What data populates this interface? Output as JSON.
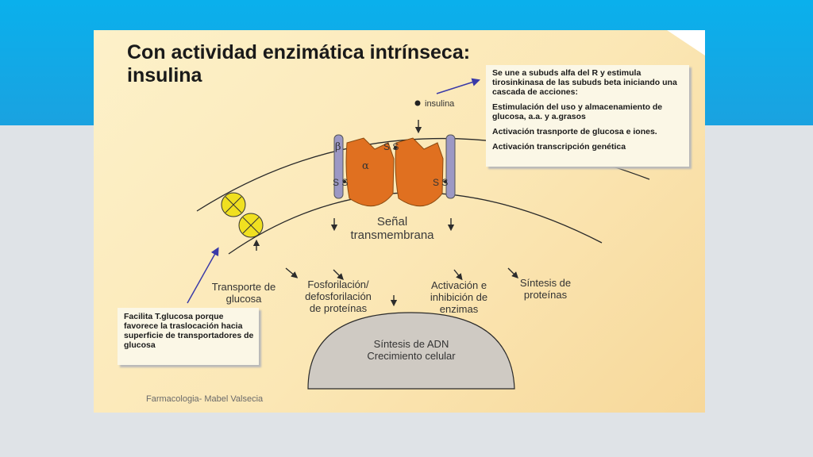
{
  "slide": {
    "title_line1": "Con actividad enzimática intrínseca:",
    "title_line2": "insulina",
    "insulina_label": "insulina",
    "beta_symbol": "β",
    "alpha_symbol": "α",
    "ss_label": "S S",
    "senal_line1": "Señal",
    "senal_line2": "transmembrana",
    "transporte": [
      "Transporte de",
      "glucosa"
    ],
    "fosforilacion": [
      "Fosforilación/",
      "defosforilación",
      "de proteínas"
    ],
    "activacion": [
      "Activación e",
      "inhibición de",
      "enzimas"
    ],
    "sintesis_proteinas": [
      "Síntesis de",
      "proteínas"
    ],
    "adn_line1": "Síntesis de ADN",
    "adn_line2": "Crecimiento celular",
    "info_box": [
      "Se une a subuds alfa del R y estimula tirosinkinasa de las subuds beta iniciando una cascada de acciones:",
      "Estimulación del uso y almacenamiento de glucosa, a.a. y a.grasos",
      "Activación trasnporte de glucosa e iones.",
      "Activación transcripción genética"
    ],
    "glucose_box": "Facilita T.glucosa porque favorece la traslocación hacia superficie de transportadores de glucosa",
    "footer": "Farmacologia- Mabel Valsecia"
  },
  "colors": {
    "top_band": "#0ab0ec",
    "background": "#dfe3e7",
    "receptor_alpha": "#e07020",
    "receptor_beta": "#9c98c4",
    "transporter": "#f0e020",
    "nucleus": "#cfcac3",
    "pointer_arrow": "#3a3aa8"
  }
}
